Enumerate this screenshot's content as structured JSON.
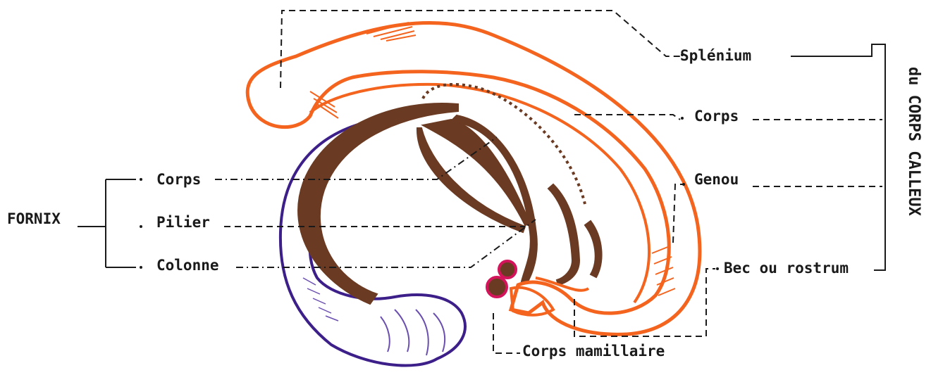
{
  "colors": {
    "corps_calleux": "#f4641e",
    "fornix": "#6b3a22",
    "hippocampe": "#3d1f8a",
    "corps_mamillaire": "#d4145a",
    "text": "#1a1a1a"
  },
  "labels": {
    "splenium": "Splénium",
    "corps_cc": "Corps",
    "genou": "Genou",
    "bec": "Bec ou rostrum",
    "corps_calleux_group": "du CORPS CALLEUX",
    "fornix_group": "FORNIX",
    "fornix_corps": "Corps",
    "fornix_pilier": "Pilier",
    "fornix_colonne": "Colonne",
    "corps_mamillaire": "Corps mamillaire"
  }
}
